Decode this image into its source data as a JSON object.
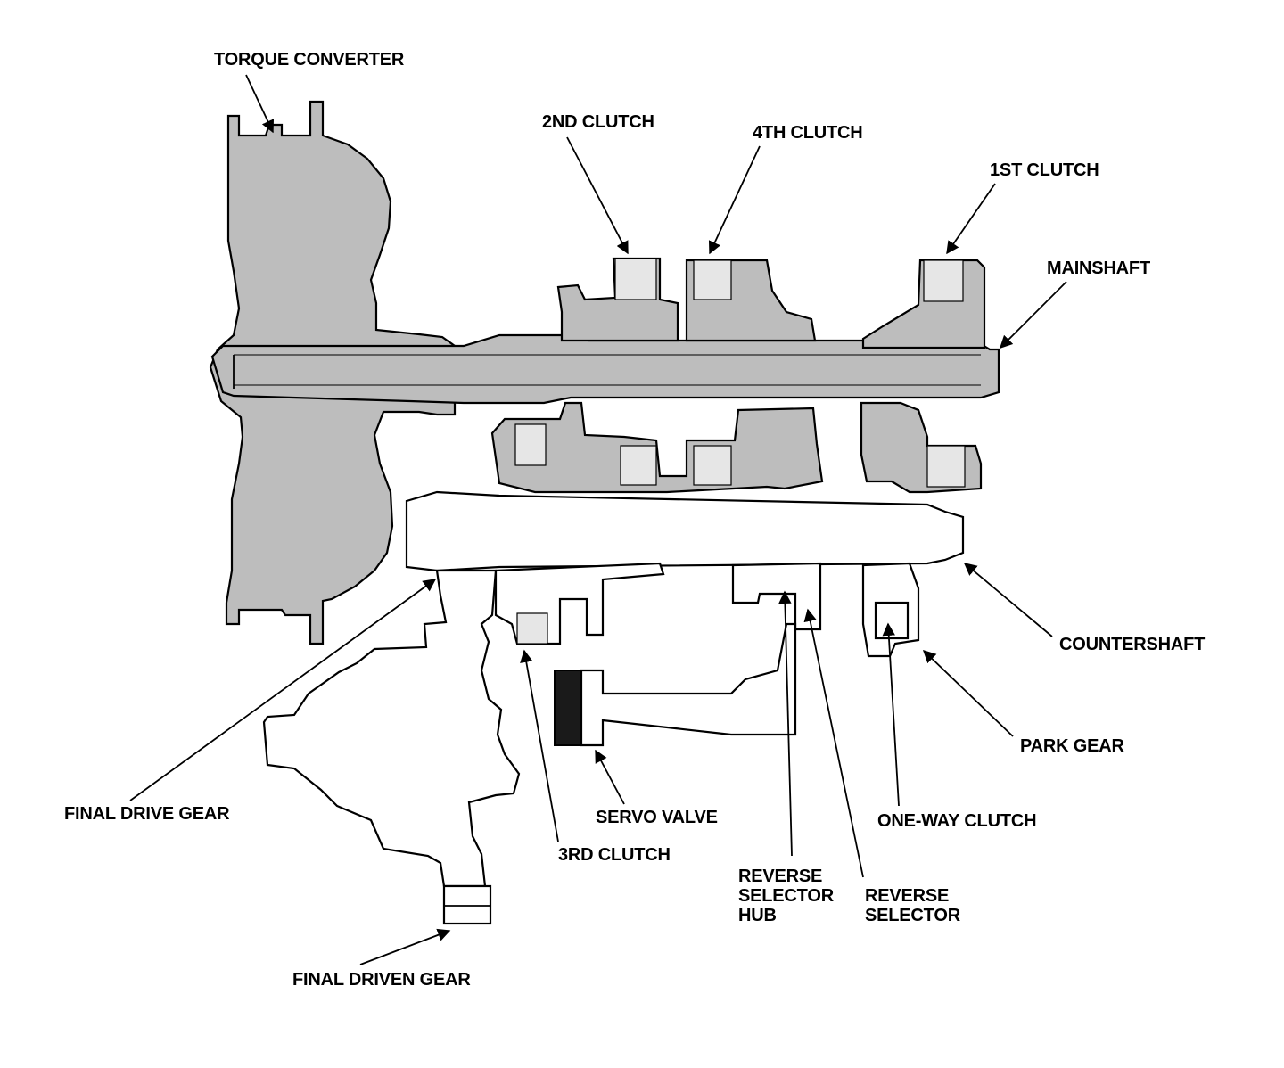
{
  "labels": {
    "torque_converter": "TORQUE CONVERTER",
    "clutch_2nd": "2ND CLUTCH",
    "clutch_4th": "4TH CLUTCH",
    "clutch_1st": "1ST CLUTCH",
    "mainshaft": "MAINSHAFT",
    "countershaft": "COUNTERSHAFT",
    "park_gear": "PARK GEAR",
    "one_way_clutch": "ONE-WAY CLUTCH",
    "final_drive_gear": "FINAL DRIVE GEAR",
    "servo_valve": "SERVO VALVE",
    "clutch_3rd": "3RD CLUTCH",
    "reverse_selector_hub": [
      "REVERSE",
      "SELECTOR",
      "HUB"
    ],
    "reverse_selector": [
      "REVERSE",
      "SELECTOR"
    ],
    "final_driven_gear": "FINAL DRIVEN GEAR"
  }
}
